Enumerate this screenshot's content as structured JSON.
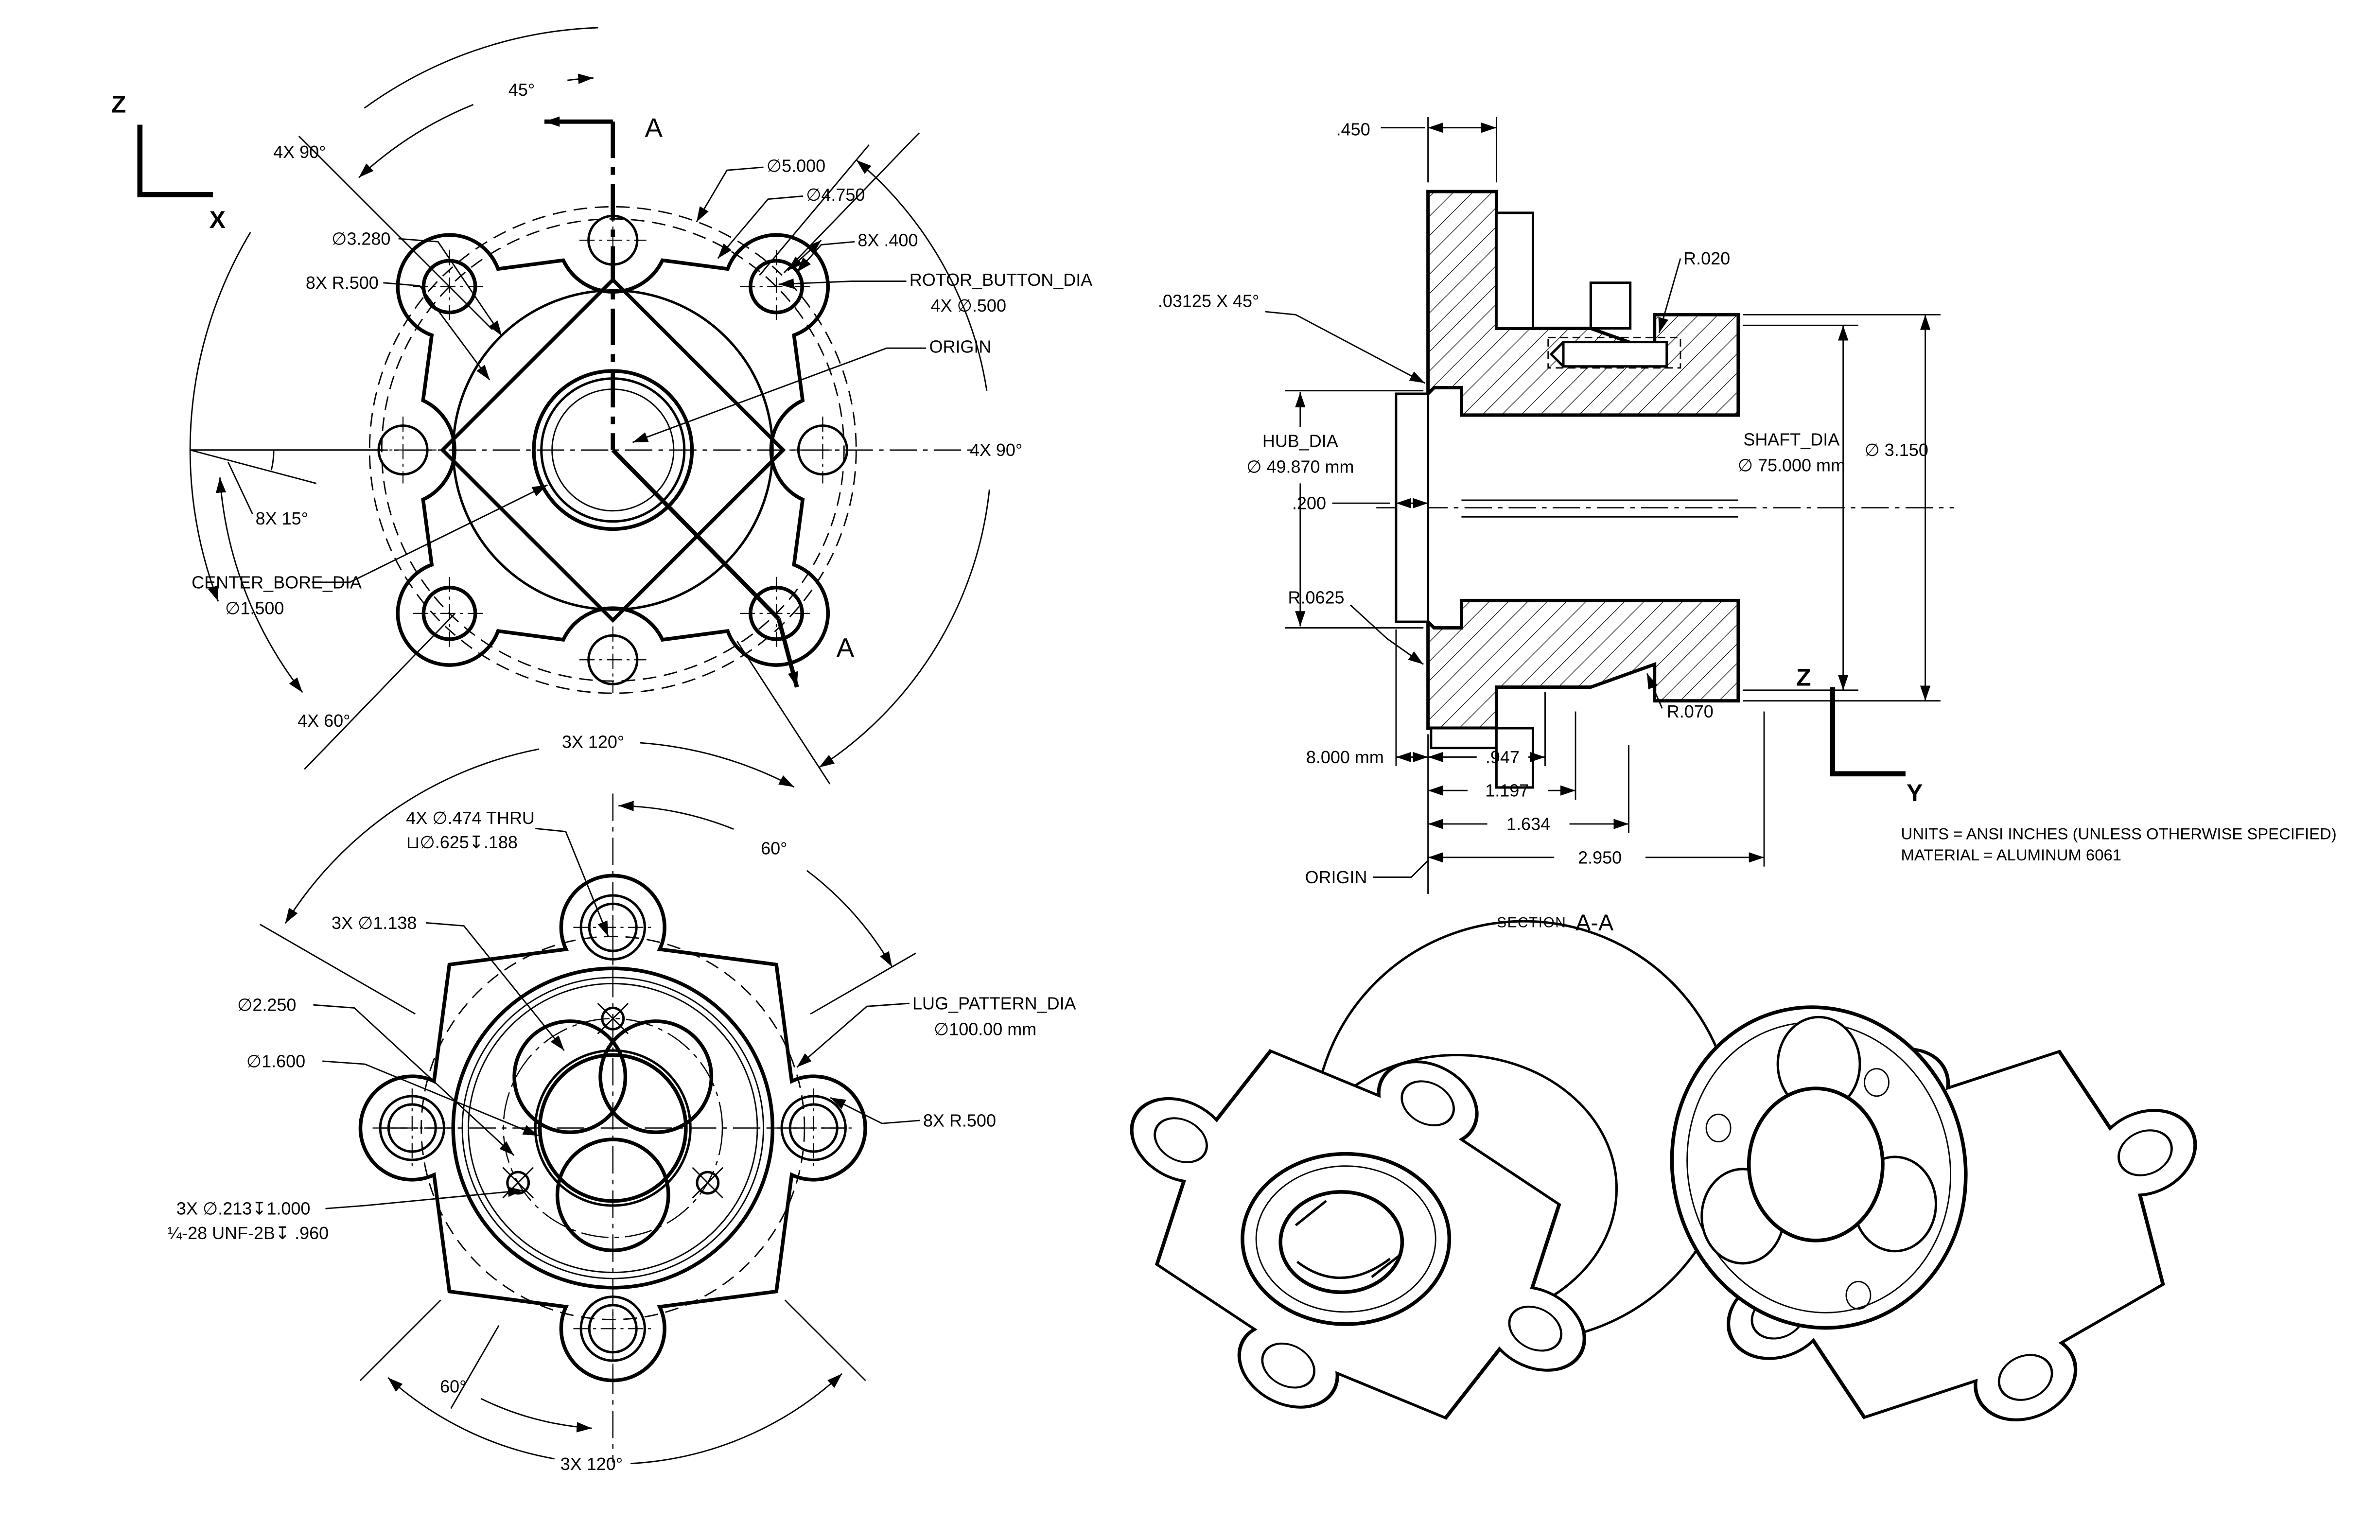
{
  "front_view": {
    "axis": {
      "v": "Z",
      "h": "X"
    },
    "section_letter_top": "A",
    "section_letter_bottom": "A",
    "angle_45": "45°",
    "angle_90_left": "4X  90°",
    "angle_90_right": "4X  90°",
    "angle_60": "4X  60°",
    "angle_15": "8X  15°",
    "dia_rotor": "∅5.000",
    "dia_button_circle": "∅4.750",
    "tab_width": "8X  .400",
    "rotor_button_line1": "ROTOR_BUTTON_DIA",
    "rotor_button_line2": "4X  ∅.500",
    "origin": "ORIGIN",
    "dia_barrel": "∅3.280",
    "fillet": "8X  R.500",
    "center_bore_line1": "CENTER_BORE_DIA",
    "center_bore_line2": "∅1.500"
  },
  "back_view": {
    "angle_120_top": "3X  120°",
    "angle_60_top": "60°",
    "angle_60_bottom": "60°",
    "angle_120_bottom": "3X  120°",
    "cbore_line1": "4X ∅.474 THRU",
    "cbore_line2": "⊔∅.625↧.188",
    "dia_lobes": "3X  ∅1.138",
    "dia_2250": "∅2.250",
    "dia_1600": "∅1.600",
    "lug_line1": "LUG_PATTERN_DIA",
    "lug_line2": "∅100.00  mm",
    "fillet": "8X  R.500",
    "tap_line1": "3X ∅.213↧1.000",
    "tap_line2": "¼-28 UNF-2B↧ .960"
  },
  "section_view": {
    "axis": {
      "v": "Z",
      "h": "Y"
    },
    "title_label": "SECTION",
    "title_value": "A-A",
    "dim_450": ".450",
    "r020": "R.020",
    "chamfer": ".03125  X  45°",
    "hub_dia_line1": "HUB_DIA",
    "hub_dia_line2": "∅  49.870  mm",
    "dim_200": ".200",
    "shaft_dia_line1": "SHAFT_DIA",
    "shaft_dia_line2": "∅  75.000  mm",
    "dia_3150": "∅  3.150",
    "r0625": "R.0625",
    "r070": "R.070",
    "dim_8mm": "8.000  mm",
    "dim_947": ".947",
    "dim_1197": "1.197",
    "dim_1634": "1.634",
    "dim_2950": "2.950",
    "origin": "ORIGIN"
  },
  "notes": {
    "line1": "UNITS = ANSI INCHES (UNLESS OTHERWISE SPECIFIED)",
    "line2": "MATERIAL = ALUMINUM 6061"
  }
}
